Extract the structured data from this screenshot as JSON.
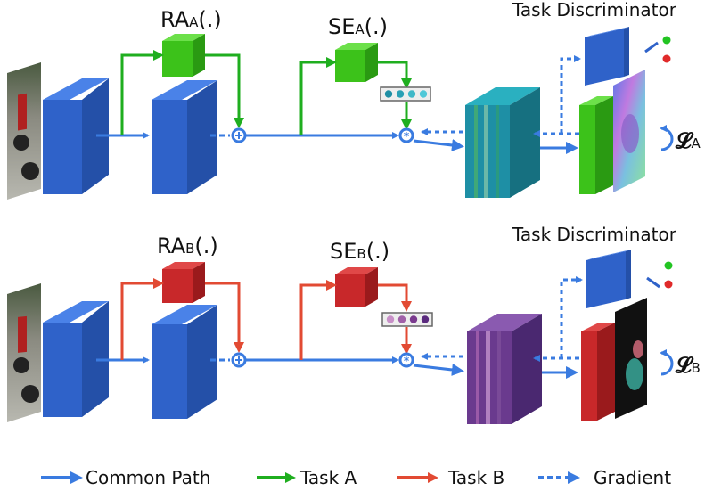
{
  "colors": {
    "common": "#3a7be0",
    "task_a": "#1fae1f",
    "task_b": "#e24a33",
    "block_blue": "#2f62c9",
    "block_green": "#3cc21a",
    "block_red": "#c8282a",
    "feat_a": "#1e8fa5",
    "feat_b": "#6a3a8e",
    "disc_green": "#22c422",
    "disc_red": "#e02a2a"
  },
  "branch_a": {
    "ra_prefix": "RA",
    "ra_sub": "A",
    "ra_suffix": "(.)",
    "se_prefix": "SE",
    "se_sub": "A",
    "se_suffix": "(.)",
    "discriminator_label": "Task Discriminator",
    "loss_symbol": "𝓛",
    "loss_sub": "A"
  },
  "branch_b": {
    "ra_prefix": "RA",
    "ra_sub": "B",
    "ra_suffix": "(.)",
    "se_prefix": "SE",
    "se_sub": "B",
    "se_suffix": "(.)",
    "discriminator_label": "Task Discriminator",
    "loss_symbol": "𝓛",
    "loss_sub": "B"
  },
  "legend": {
    "common": "Common Path",
    "task_a": "Task A",
    "task_b": "Task B",
    "gradient": "Gradient"
  }
}
